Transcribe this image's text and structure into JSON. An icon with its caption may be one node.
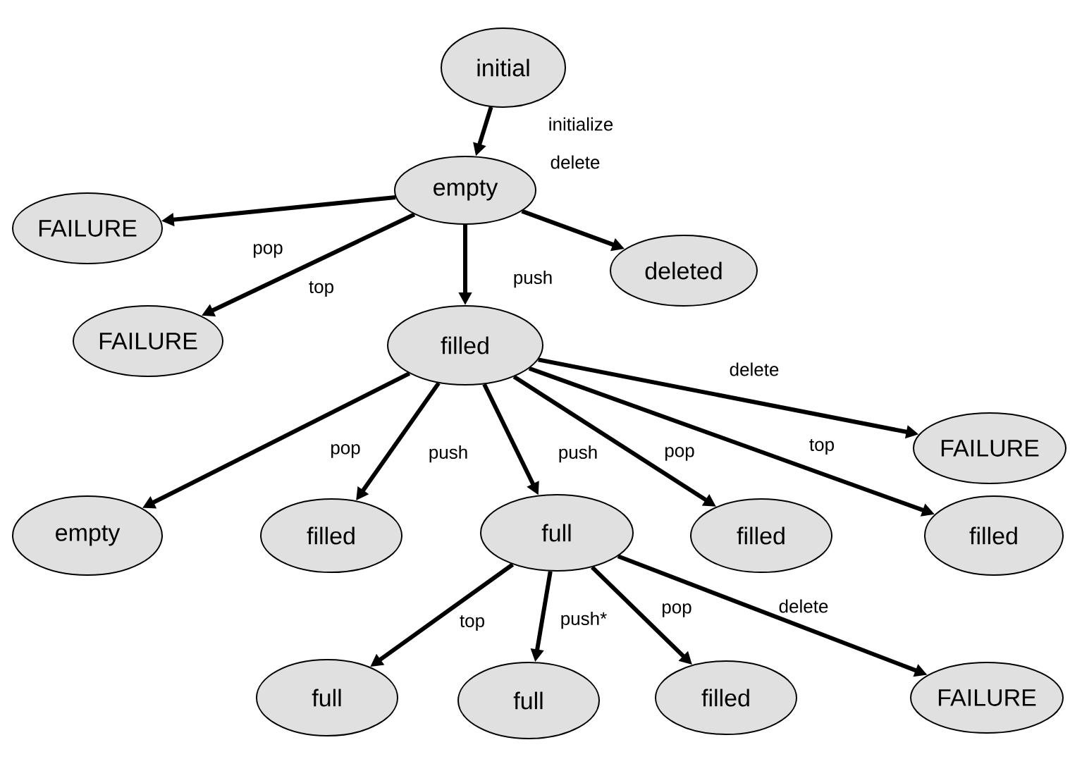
{
  "diagram": {
    "nodes": [
      {
        "text": [
          "initial"
        ]
      },
      {
        "text": [
          "empty"
        ]
      },
      {
        "text": [
          "FAILURE"
        ]
      },
      {
        "text": [
          "deleted"
        ]
      },
      {
        "text": [
          "FAILURE"
        ]
      },
      {
        "text": [
          "filled"
        ]
      },
      {
        "text": [
          "FAILURE"
        ]
      },
      {
        "text": [
          "empty"
        ]
      },
      {
        "text": [
          "filled"
        ]
      },
      {
        "text": [
          "full"
        ]
      },
      {
        "text": [
          "filled"
        ]
      },
      {
        "text": [
          "filled"
        ]
      },
      {
        "text": [
          "full"
        ]
      },
      {
        "text": [
          "full"
        ]
      },
      {
        "text": [
          "filled"
        ]
      },
      {
        "text": [
          "FAILURE"
        ]
      }
    ],
    "edges": [
      {
        "from": 0,
        "to": 1,
        "arrow": "to",
        "label": "initialize"
      },
      {
        "from": 1,
        "to": 2,
        "arrow": "to",
        "label": "pop"
      },
      {
        "from": 1,
        "to": 4,
        "arrow": "to",
        "label": "top"
      },
      {
        "from": 1,
        "to": 3,
        "arrow": "to",
        "label": "delete"
      },
      {
        "from": 1,
        "to": 5,
        "arrow": "to",
        "label": "push"
      },
      {
        "from": 5,
        "to": 6,
        "arrow": "to",
        "label": "delete"
      },
      {
        "from": 5,
        "to": 7,
        "arrow": "to",
        "label": "pop"
      },
      {
        "from": 5,
        "to": 8,
        "arrow": "to",
        "label": "push"
      },
      {
        "from": 5,
        "to": 9,
        "arrow": "to",
        "label": "push"
      },
      {
        "from": 5,
        "to": 10,
        "arrow": "to",
        "label": "pop"
      },
      {
        "from": 5,
        "to": 11,
        "arrow": "to",
        "label": "top"
      },
      {
        "from": 9,
        "to": 12,
        "arrow": "to",
        "label": "top"
      },
      {
        "from": 9,
        "to": 13,
        "arrow": "to",
        "label": "push*"
      },
      {
        "from": 9,
        "to": 14,
        "arrow": "to",
        "label": "pop"
      },
      {
        "from": 9,
        "to": 15,
        "arrow": "to",
        "label": "delete"
      }
    ]
  }
}
